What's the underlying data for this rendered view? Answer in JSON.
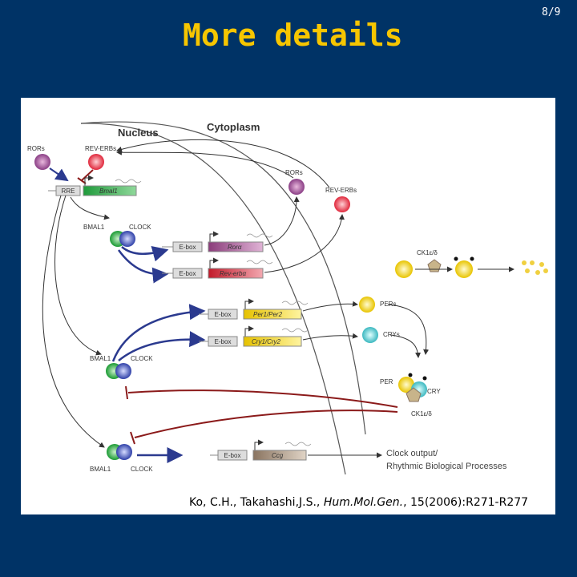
{
  "slide": {
    "title": "More details",
    "page": "8/9"
  },
  "diagram": {
    "compartments": {
      "nucleus": "Nucleus",
      "cytoplasm": "Cytoplasm"
    },
    "proteins": {
      "rors_left": "RORs",
      "rev_erbs_left": "REV-ERBs",
      "rors_right": "RORs",
      "rev_erbs_right": "REV-ERBs",
      "bmal1": "BMAL1",
      "clock": "CLOCK",
      "ck1": "CK1ε/δ",
      "pers": "PERs",
      "crys": "CRYs",
      "per": "PER",
      "cry": "CRY",
      "ck1_complex": "CK1ε/δ"
    },
    "promoters": {
      "rre": "RRE",
      "ebox": "E-box"
    },
    "genes": {
      "bmal1": "Bmal1",
      "ror": "Rorα",
      "reverb": "Rev-erbα",
      "per": "Per1/Per2",
      "cry": "Cry1/Cry2",
      "ccg": "Ccg"
    },
    "output": {
      "line1": "Clock output/",
      "line2": "Rhythmic Biological Processes"
    }
  },
  "citation": {
    "authors": "Ko, C.H., Takahashi,J.S., ",
    "journal": "Hum.Mol.Gen.",
    "ref": ", 15(2006):R271-R277"
  },
  "colors": {
    "background": "#003366",
    "title": "#f7c600",
    "arrow_blue": "#2b3a8f",
    "inhibit_red": "#8b1a1a"
  }
}
